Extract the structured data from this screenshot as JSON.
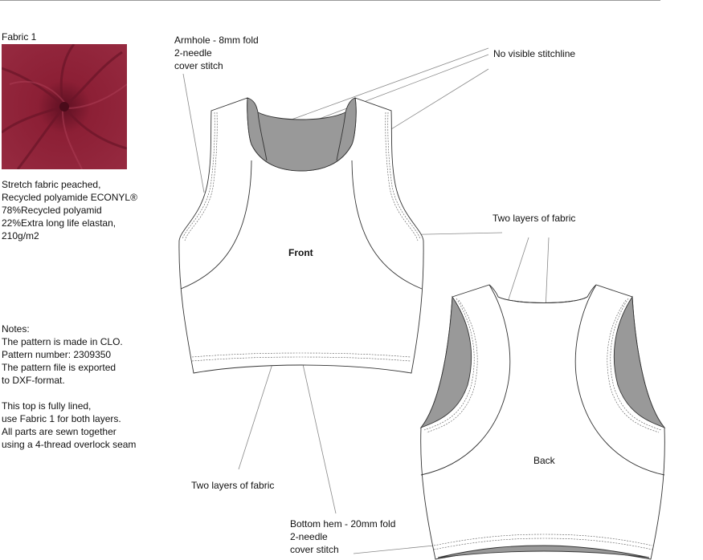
{
  "fabric": {
    "title": "Fabric 1",
    "description": [
      "Stretch fabric peached,",
      "Recycled polyamide ECONYL®",
      "78%Recycled polyamid",
      "22%Extra long life elastan,",
      "210g/m2"
    ],
    "swatch_color": "#8c1f35"
  },
  "notes": {
    "lines": [
      "Notes:",
      "The pattern is made in CLO.",
      "Pattern number: 2309350",
      "The pattern file is exported",
      "to DXF-format.",
      "",
      "This top is fully lined,",
      "use Fabric 1 for both layers.",
      "All parts are sewn together",
      "using a 4-thread overlock seam"
    ]
  },
  "callouts": {
    "armhole": "Armhole - 8mm fold\n2-needle\ncover stitch",
    "no_stitchline": "No visible stitchline",
    "two_layers_right": "Two layers of fabric",
    "two_layers_bottom": "Two layers of fabric",
    "bottom_hem": "Bottom hem - 20mm fold\n2-needle\ncover stitch"
  },
  "views": {
    "front": "Front",
    "back": "Back"
  },
  "colors": {
    "lining": "#999999",
    "outline": "#333333",
    "leader": "#888888"
  }
}
